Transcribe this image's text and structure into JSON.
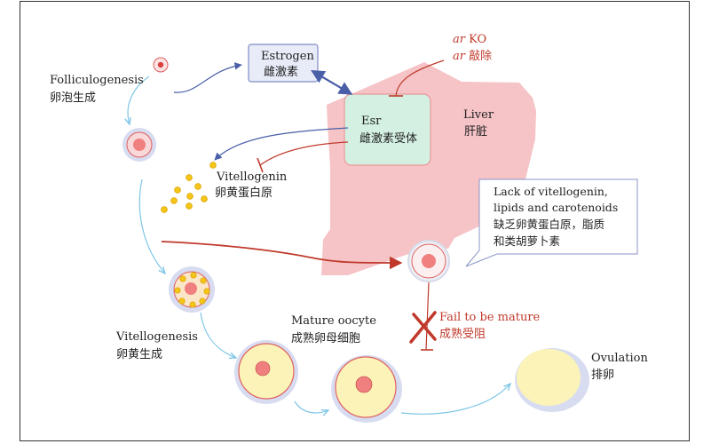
{
  "labels": {
    "folliculogenesis_en": "Folliculogenesis",
    "folliculogenesis_zh": "卵泡生成",
    "estrogen_en": "Estrogen",
    "estrogen_zh": "雌激素",
    "ar_ko_italic": "ar",
    "ar_ko_en": " KO",
    "ar_ko_zh_italic": "ar",
    "ar_ko_zh": " 敲除",
    "esr_en": "Esr",
    "esr_zh": "雌激素受体",
    "liver_en": "Liver",
    "liver_zh": "肝脏",
    "vitellogenin_en": "Vitellogenin",
    "vitellogenin_zh": "卵黄蛋白原",
    "lack_line1": "Lack of vitellogenin,",
    "lack_line2": "lipids and carotenoids",
    "lack_line3": "缺乏卵黄蛋白原，脂质",
    "lack_line4": "和类胡萝卜素",
    "vitellogenesis_en": "Vitellogenesis",
    "vitellogenesis_zh": "卵黄生成",
    "mature_en": "Mature oocyte",
    "mature_zh": "成熟卵母细胞",
    "fail_en": "Fail to be mature",
    "fail_zh": "成熟受阻",
    "ovulation_en": "Ovulation",
    "ovulation_zh": "排卵"
  },
  "colors": {
    "liver_fill": "#f6c3c6",
    "receptor_fill": "#d4f0e2",
    "estrogen_fill": "#e8ecf8",
    "inhibit_red": "#c0392b",
    "arrow_blue": "#4a5fa8",
    "light_blue": "#7ec6e6",
    "yolk_yellow": "#f8f0b4",
    "nucleus_pink": "#f08080"
  }
}
